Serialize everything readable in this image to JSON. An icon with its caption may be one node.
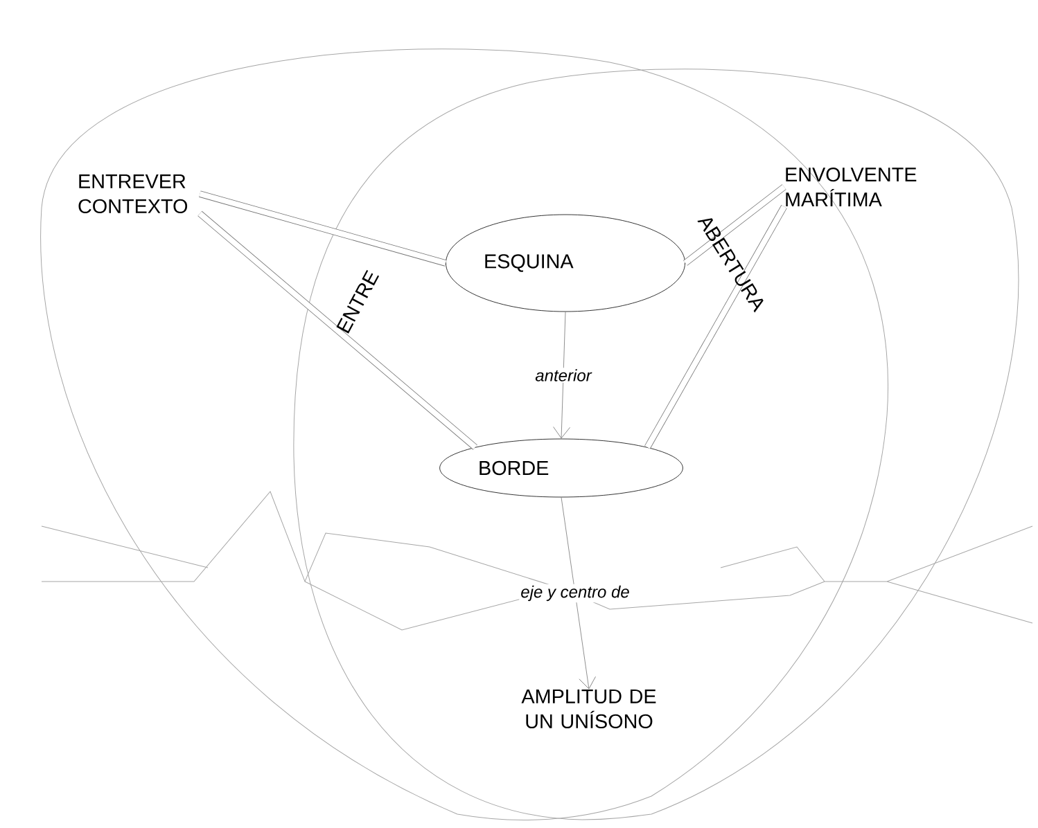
{
  "diagram": {
    "nodes": [
      {
        "text": [
          "ENTREVER CONTEXTO"
        ]
      },
      {
        "text": [
          "ESQUINA"
        ]
      },
      {
        "text": [
          "ENVOLVENTE MARÍTIMA"
        ]
      },
      {
        "text": [
          "BORDE"
        ]
      },
      {
        "text": [
          "AMPLITUD DE UN UNÍSONO"
        ]
      }
    ],
    "edges": [
      {
        "from": 0,
        "to": 1,
        "arrow": "none"
      },
      {
        "from": 0,
        "to": 3,
        "arrow": "none"
      },
      {
        "from": 2,
        "to": 1,
        "arrow": "none"
      },
      {
        "from": 2,
        "to": 3,
        "arrow": "none"
      },
      {
        "from": 1,
        "to": 3,
        "arrow": "to",
        "label": "anterior"
      },
      {
        "from": 3,
        "to": 4,
        "arrow": "to",
        "label": "eje y centro de"
      }
    ],
    "labels": [
      "ENTRE",
      "ABERTURA"
    ]
  }
}
